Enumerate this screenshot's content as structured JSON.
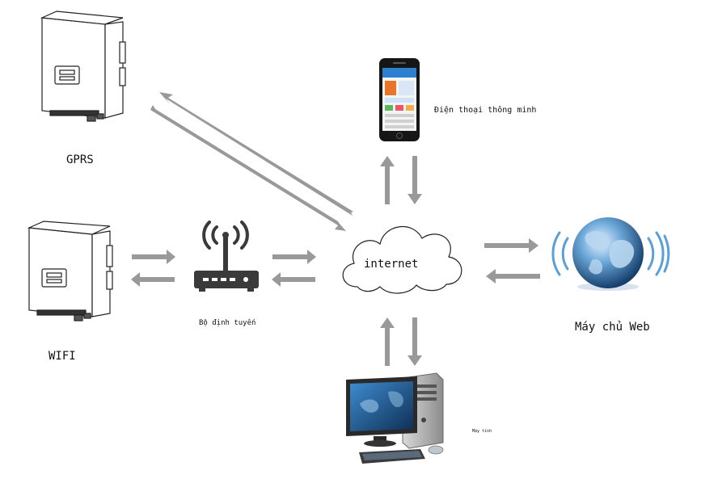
{
  "labels": {
    "gprs": "GPRS",
    "wifi": "WIFI",
    "router": "Bộ định tuyến",
    "phone": "Điện thoại thông minh",
    "internet": "internet",
    "web_server": "Máy chủ Web",
    "computer": "Máy tính"
  },
  "colors": {
    "arrow": "#999999",
    "outline": "#222222",
    "router_body": "#3a3a3a",
    "globe": "#2f6fa8",
    "wave": "#5aa0d8",
    "screen": "#1c4e7e"
  },
  "icons": {
    "inverter": "solar-inverter-icon",
    "router": "router-icon",
    "phone": "smartphone-icon",
    "cloud": "cloud-icon",
    "globe": "globe-icon",
    "computer": "desktop-computer-icon"
  }
}
